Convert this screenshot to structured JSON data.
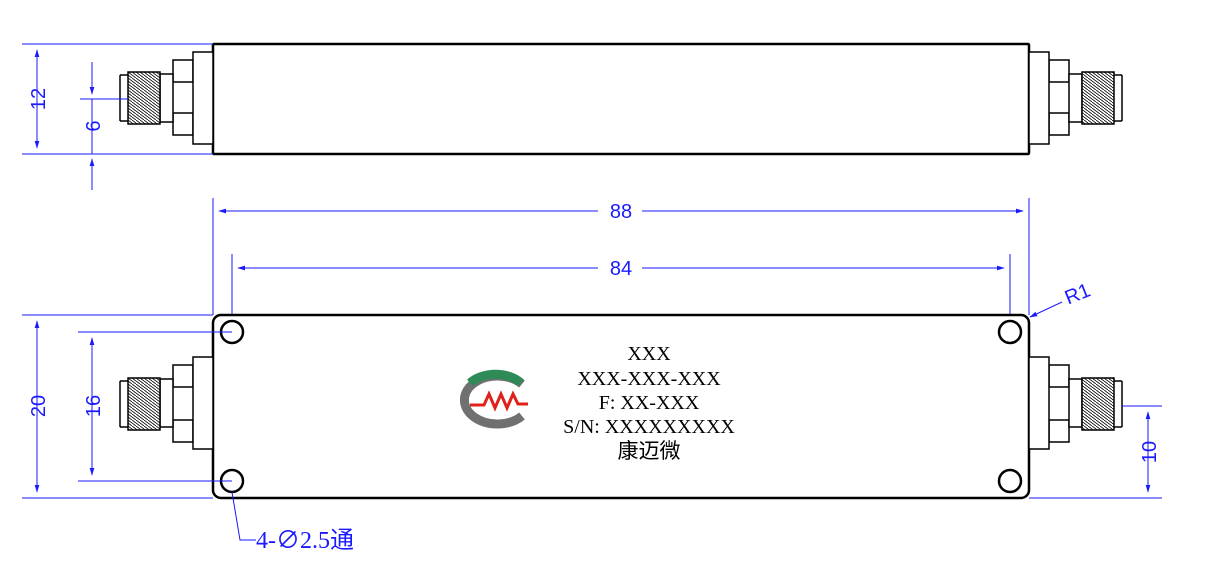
{
  "dimensions": {
    "height_top": "12",
    "connector_height": "6",
    "length_overall": "88",
    "hole_spacing_x": "84",
    "corner_radius": "R1",
    "width_overall": "20",
    "hole_spacing_y": "16",
    "connector_offset": "10"
  },
  "hole_note": "4-∅2.5通",
  "label": {
    "line1": "XXX",
    "line2": "XXX-XXX-XXX",
    "line3": "F: XX-XXX",
    "line4": "S/N: XXXXXXXXX",
    "line5": "康迈微"
  },
  "colors": {
    "outline": "#000000",
    "dimension": "#1a1aff",
    "logo_green": "#2e8b57",
    "logo_red": "#e0201a",
    "logo_gray": "#707070"
  }
}
